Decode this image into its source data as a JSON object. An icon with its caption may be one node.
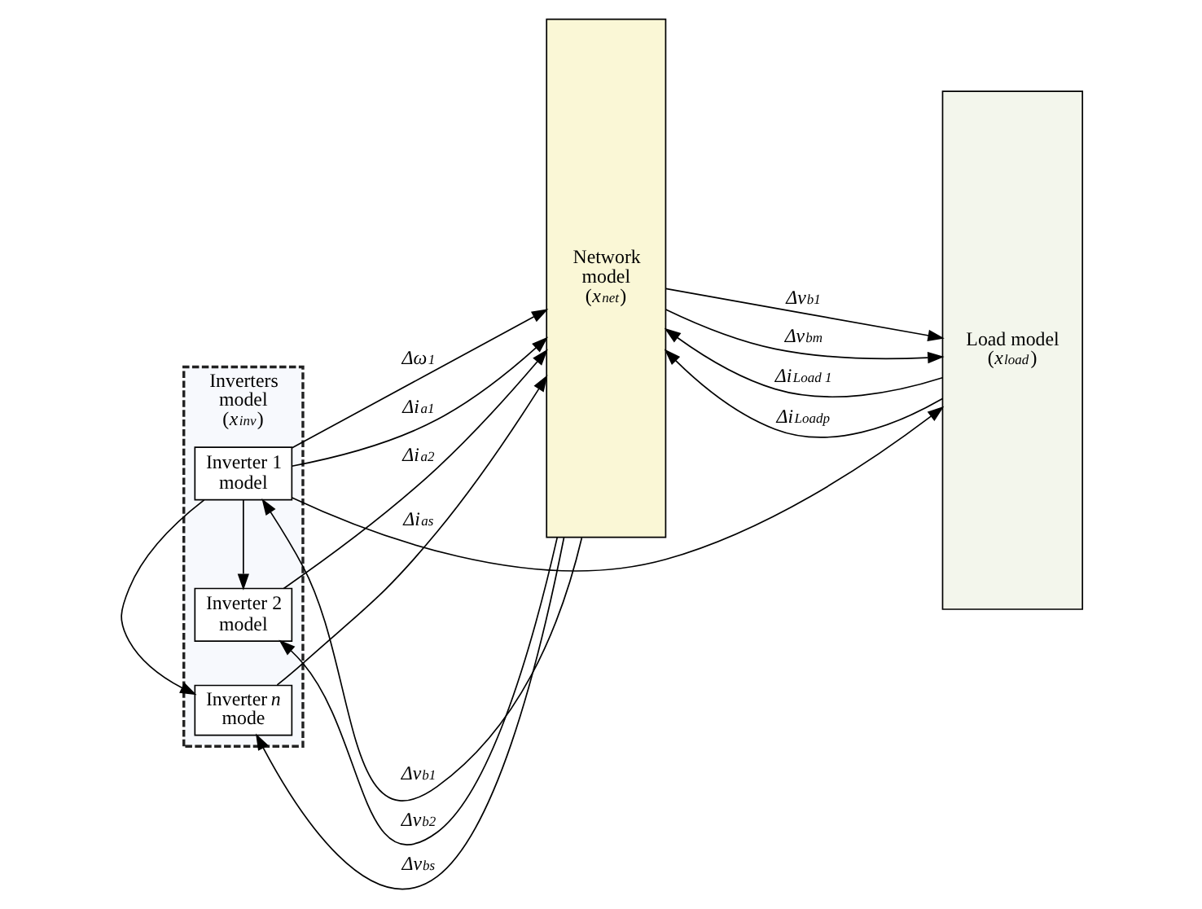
{
  "diagram": {
    "nodes": [
      {
        "text": [
          "Inverters model",
          "(*x*$_{inv}$)"
        ]
      },
      {
        "text": [
          "Inverter 1 model"
        ],
        "in": 0
      },
      {
        "text": [
          "Inverter 2 model"
        ],
        "in": 0
      },
      {
        "text": [
          "Inverter *n* mode"
        ],
        "in": 0
      },
      {
        "text": [
          "Network model",
          "(*x*$_{net}$)"
        ]
      },
      {
        "text": [
          "Load model",
          "(*x*$_{load}$)"
        ]
      }
    ],
    "edges": [
      {
        "from": 1,
        "to": 4,
        "arrow": "to",
        "label": "Δω$_{1}$"
      },
      {
        "from": 1,
        "to": 5,
        "arrow": "to"
      },
      {
        "from": 1,
        "to": 2,
        "arrow": "to"
      },
      {
        "from": 1,
        "to": 3,
        "arrow": "to"
      },
      {
        "from": 1,
        "to": 4,
        "arrow": "to",
        "label": "Δi$_{a1}$"
      },
      {
        "from": 4,
        "to": 1,
        "arrow": "to",
        "label": "Δv$_{b1}$"
      },
      {
        "from": 2,
        "to": 4,
        "arrow": "to",
        "label": "Δi$_{a2}$"
      },
      {
        "from": 4,
        "to": 2,
        "arrow": "to",
        "label": "Δv$_{b2}$"
      },
      {
        "from": 3,
        "to": 4,
        "arrow": "to",
        "label": "Δi$_{as}$"
      },
      {
        "from": 4,
        "to": 3,
        "arrow": "to",
        "label": "Δv$_{bs}$"
      },
      {
        "from": 4,
        "to": 5,
        "arrow": "to",
        "label": "Δv$_{b1}$"
      },
      {
        "from": 4,
        "to": 5,
        "arrow": "to",
        "label": "Δv$_{bm}$"
      },
      {
        "from": 5,
        "to": 4,
        "arrow": "to",
        "label": "Δi$_{Load 1}$"
      },
      {
        "from": 5,
        "to": 4,
        "arrow": "to",
        "label": "Δi$_{Loadp}$"
      }
    ]
  }
}
